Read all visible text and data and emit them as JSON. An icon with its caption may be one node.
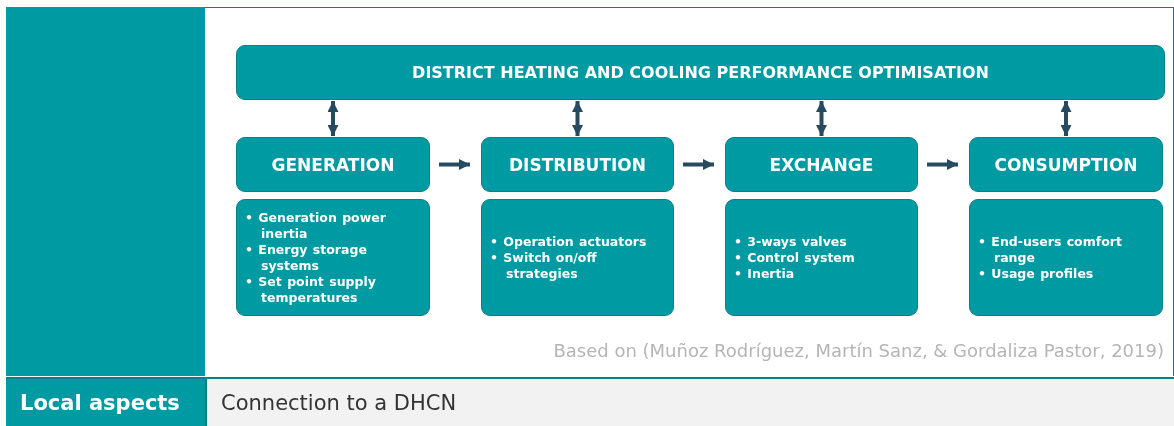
{
  "diagram": {
    "caption": "Based on (Muñoz Rodríguez, Martín Sanz, & Gordaliza Pastor, 2019)",
    "nodes": [
      {
        "text": [
          "DISTRICT HEATING AND COOLING PERFORMANCE OPTIMISATION"
        ]
      },
      {
        "text": [
          "GENERATION"
        ]
      },
      {
        "text": [
          "DISTRIBUTION"
        ]
      },
      {
        "text": [
          "EXCHANGE"
        ]
      },
      {
        "text": [
          "CONSUMPTION"
        ]
      },
      {
        "text": [
          "• Generation power inertia",
          "• Energy storage systems",
          "• Set point supply temperatures"
        ]
      },
      {
        "text": [
          "• Operation actuators",
          "• Switch on/off strategies"
        ]
      },
      {
        "text": [
          "• 3-ways valves",
          "• Control system",
          "• Inertia"
        ]
      },
      {
        "text": [
          "• End-users comfort range",
          "• Usage profiles"
        ]
      }
    ],
    "edges": [
      {
        "from": 0,
        "to": 1,
        "arrow": "both"
      },
      {
        "from": 0,
        "to": 2,
        "arrow": "both"
      },
      {
        "from": 0,
        "to": 3,
        "arrow": "both"
      },
      {
        "from": 0,
        "to": 4,
        "arrow": "both"
      },
      {
        "from": 1,
        "to": 2,
        "arrow": "to"
      },
      {
        "from": 2,
        "to": 3,
        "arrow": "to"
      },
      {
        "from": 3,
        "to": 4,
        "arrow": "to"
      }
    ],
    "labels": [
      "Local aspects",
      "Connection to a DHCN"
    ]
  }
}
